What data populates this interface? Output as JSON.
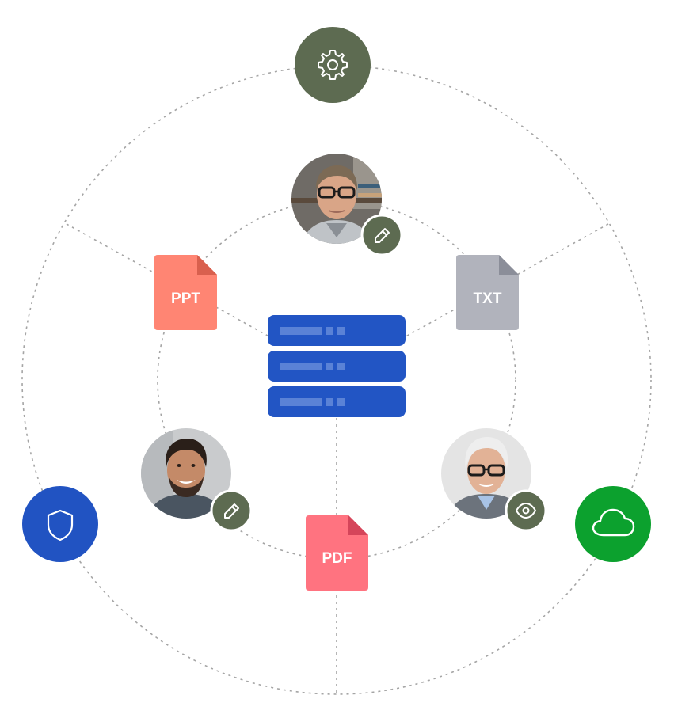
{
  "colors": {
    "background": "#ffffff",
    "connector": "#a5a5a5",
    "settings_node": "#5d6b51",
    "security_node": "#2153c2",
    "cloud_node": "#0ca12e",
    "server": "#2255c4",
    "server_slot": "#5a82d6",
    "badge": "#5d6b51",
    "ppt": "#ff8573",
    "ppt_fold": "#d9604e",
    "txt": "#b1b3bc",
    "txt_fold": "#8b8e99",
    "pdf": "#ff7380",
    "pdf_fold": "#d5455a"
  },
  "nodes": {
    "settings": {
      "icon": "gear-icon"
    },
    "security": {
      "icon": "shield-icon"
    },
    "cloud": {
      "icon": "cloud-icon"
    },
    "server": {
      "icon": "server-stack-icon"
    }
  },
  "users": [
    {
      "id": "top",
      "photo": "man-with-glasses-portrait",
      "permission": "pencil-icon"
    },
    {
      "id": "left",
      "photo": "smiling-man-portrait",
      "permission": "pencil-icon"
    },
    {
      "id": "right",
      "photo": "older-man-white-hair-portrait",
      "permission": "eye-icon"
    }
  ],
  "files": [
    {
      "id": "ppt",
      "label": "PPT"
    },
    {
      "id": "txt",
      "label": "TXT"
    },
    {
      "id": "pdf",
      "label": "PDF"
    }
  ]
}
